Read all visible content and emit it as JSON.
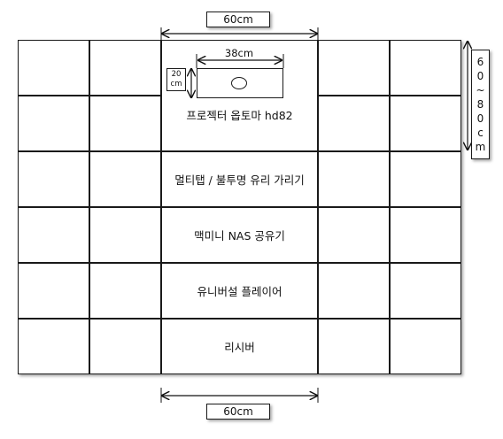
{
  "dimensions": {
    "top_width": "60cm",
    "bottom_width": "60cm",
    "projector_width": "38cm",
    "projector_height": [
      "20",
      "cm"
    ],
    "height_range": [
      "6",
      "0",
      "~",
      "8",
      "0",
      "c",
      "m"
    ]
  },
  "shelves": {
    "projector_label": "프로젝터 옵토마 hd82",
    "shelf_2": "멀티탭 / 불투명 유리 가리기",
    "shelf_3": "맥미니 NAS 공유기",
    "shelf_4": "유니버설 플레이어",
    "shelf_5": "리시버"
  }
}
